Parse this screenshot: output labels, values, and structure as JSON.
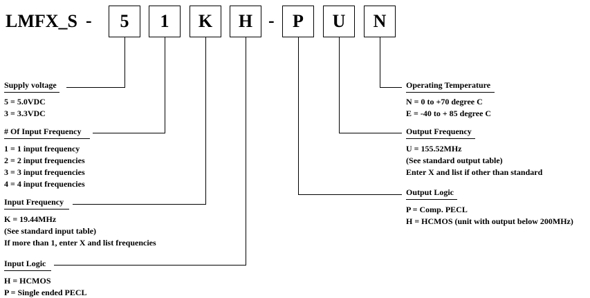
{
  "part_number": {
    "prefix": "LMFX_S",
    "dash1": "-",
    "dash2": "-",
    "codes": [
      "5",
      "1",
      "K",
      "H",
      "P",
      "U",
      "N"
    ]
  },
  "fields": {
    "supply_voltage": {
      "heading": "Supply voltage",
      "options": [
        "5 = 5.0VDC",
        "3 = 3.3VDC"
      ]
    },
    "input_frequency_count": {
      "heading": "#  Of Input Frequency",
      "options": [
        "1 = 1 input frequency",
        "2 = 2 input frequencies",
        "3 = 3 input frequencies",
        "4 = 4 input frequencies"
      ]
    },
    "input_frequency": {
      "heading": "Input Frequency",
      "options": [
        "K = 19.44MHz",
        "(See standard input table)",
        "If more than 1, enter X and list frequencies"
      ]
    },
    "input_logic": {
      "heading": "Input Logic",
      "options": [
        "H = HCMOS",
        "P = Single ended PECL"
      ]
    },
    "operating_temperature": {
      "heading": "Operating Temperature",
      "options": [
        "N = 0 to +70 degree C",
        "E = -40 to + 85 degree C"
      ]
    },
    "output_frequency": {
      "heading": "Output Frequency",
      "options": [
        "U = 155.52MHz",
        "(See standard output table)",
        "Enter X and list if other than standard"
      ]
    },
    "output_logic": {
      "heading": "Output Logic",
      "options": [
        "P = Comp. PECL",
        "H = HCMOS (unit with output below 200MHz)"
      ]
    }
  }
}
